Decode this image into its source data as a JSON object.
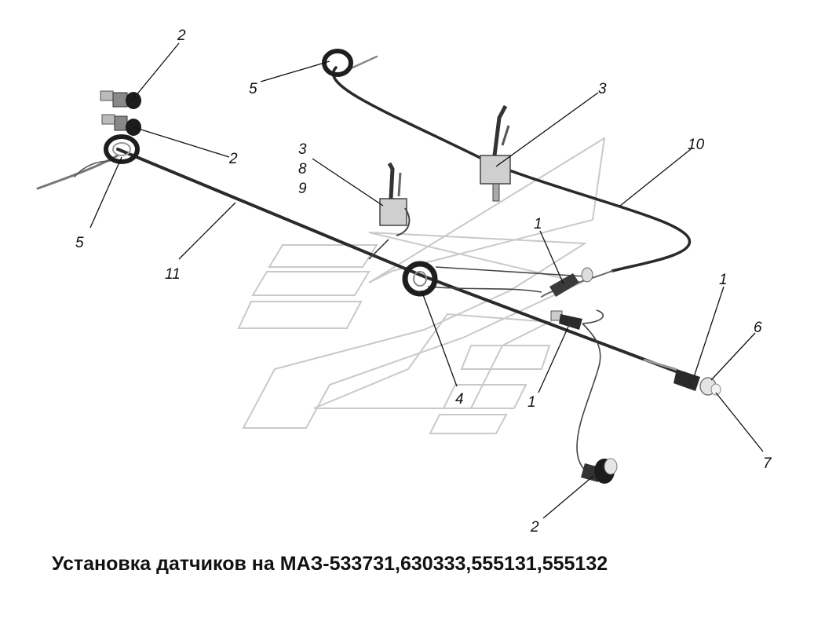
{
  "caption": "Установка датчиков на МАЗ-533731,630333,555131,555132",
  "callouts": {
    "c2_top": "2",
    "c2_mid": "2",
    "c2_bottom": "2",
    "c5_left": "5",
    "c5_top": "5",
    "c11": "11",
    "c3_top": "3",
    "c3_stack": "3",
    "c8_stack": "8",
    "c9_stack": "9",
    "c10": "10",
    "c1_center": "1",
    "c1_lower": "1",
    "c1_right": "1",
    "c4": "4",
    "c6": "6",
    "c7": "7"
  }
}
